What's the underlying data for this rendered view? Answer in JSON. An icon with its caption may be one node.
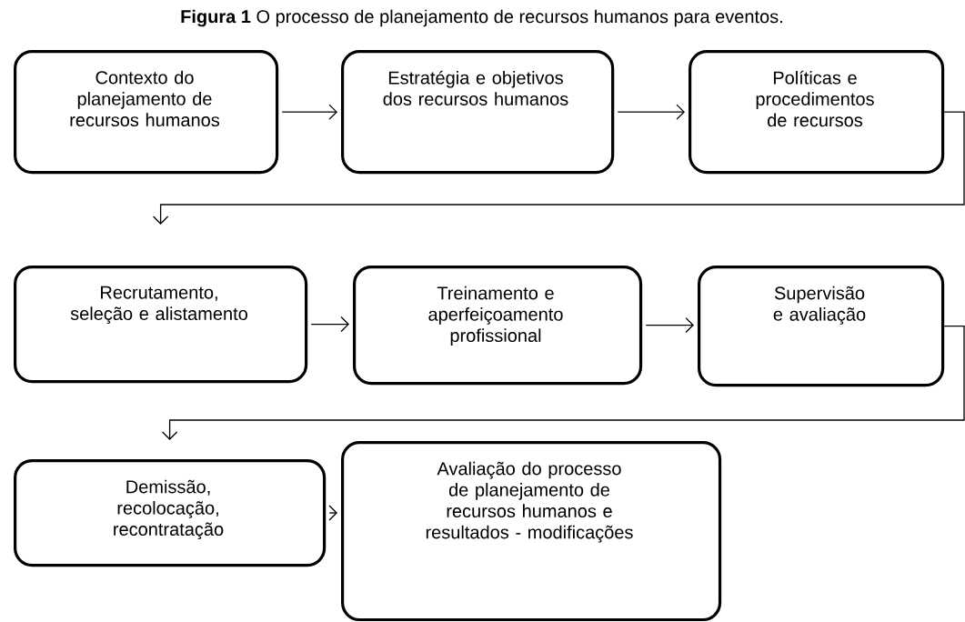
{
  "diagram": {
    "title": "**Figura 1** O processo de planejamento de recursos humanos para eventos.",
    "nodes": [
      {
        "text": [
          "Contexto do planejamento de recursos humanos"
        ]
      },
      {
        "text": [
          "Estratégia e objetivos dos recursos humanos"
        ]
      },
      {
        "text": [
          "Políticas e procedimentos de recursos"
        ]
      },
      {
        "text": [
          "Recrutamento, seleção e alistamento"
        ]
      },
      {
        "text": [
          "Treinamento e aperfeiçoamento profissional"
        ]
      },
      {
        "text": [
          "Supervisão e avaliação"
        ]
      },
      {
        "text": [
          "Demissão, recolocação, recontratação"
        ]
      },
      {
        "text": [
          "Avaliação do processo de planejamento de recursos humanos e resultados - modificações"
        ]
      }
    ],
    "edges": [
      {
        "from": 0,
        "to": 1,
        "arrow": "to"
      },
      {
        "from": 1,
        "to": 2,
        "arrow": "to"
      },
      {
        "from": 2,
        "to": 3,
        "arrow": "to"
      },
      {
        "from": 3,
        "to": 4,
        "arrow": "to"
      },
      {
        "from": 4,
        "to": 5,
        "arrow": "to"
      },
      {
        "from": 5,
        "to": 6,
        "arrow": "to"
      },
      {
        "from": 6,
        "to": 7,
        "arrow": "to"
      }
    ]
  }
}
